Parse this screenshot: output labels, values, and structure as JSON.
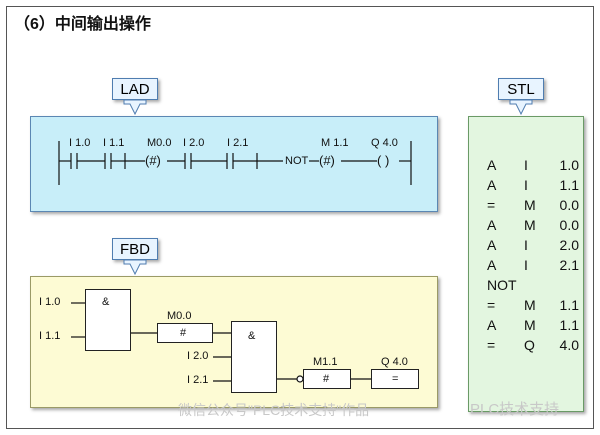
{
  "title": "（6）中间输出操作",
  "callouts": {
    "lad": "LAD",
    "stl": "STL",
    "fbd": "FBD"
  },
  "lad": {
    "contacts": [
      "I 1.0",
      "I 1.1",
      "M0.0",
      "I 2.0",
      "I 2.1",
      "M 1.1",
      "Q 4.0"
    ],
    "mid_symbol_1": "(#)",
    "not_label": "NOT",
    "mid_symbol_2": "(#)",
    "coil_symbol": "(  )"
  },
  "stl": {
    "lines": [
      {
        "op": "A",
        "area": "I",
        "addr": "1.0"
      },
      {
        "op": "A",
        "area": "I",
        "addr": "1.1"
      },
      {
        "op": "=",
        "area": "M",
        "addr": "0.0"
      },
      {
        "op": "A",
        "area": "M",
        "addr": "0.0"
      },
      {
        "op": "A",
        "area": "I",
        "addr": "2.0"
      },
      {
        "op": "A",
        "area": "I",
        "addr": "2.1"
      },
      {
        "op": "NOT",
        "area": "",
        "addr": ""
      },
      {
        "op": "=",
        "area": "M",
        "addr": "1.1"
      },
      {
        "op": "A",
        "area": "M",
        "addr": "1.1"
      },
      {
        "op": "=",
        "area": "Q",
        "addr": "4.0"
      }
    ]
  },
  "fbd": {
    "in1": "I 1.0",
    "in2": "I 1.1",
    "and1": "&",
    "m00": "M0.0",
    "hash1": "#",
    "and2": "&",
    "in3": "I 2.0",
    "in4": "I 2.1",
    "m11": "M1.1",
    "hash2": "#",
    "q40": "Q 4.0",
    "assign": "="
  },
  "watermark": "微信公众号\"PLC技术支持\"作品",
  "watermark_brand": "PLC技术支持"
}
